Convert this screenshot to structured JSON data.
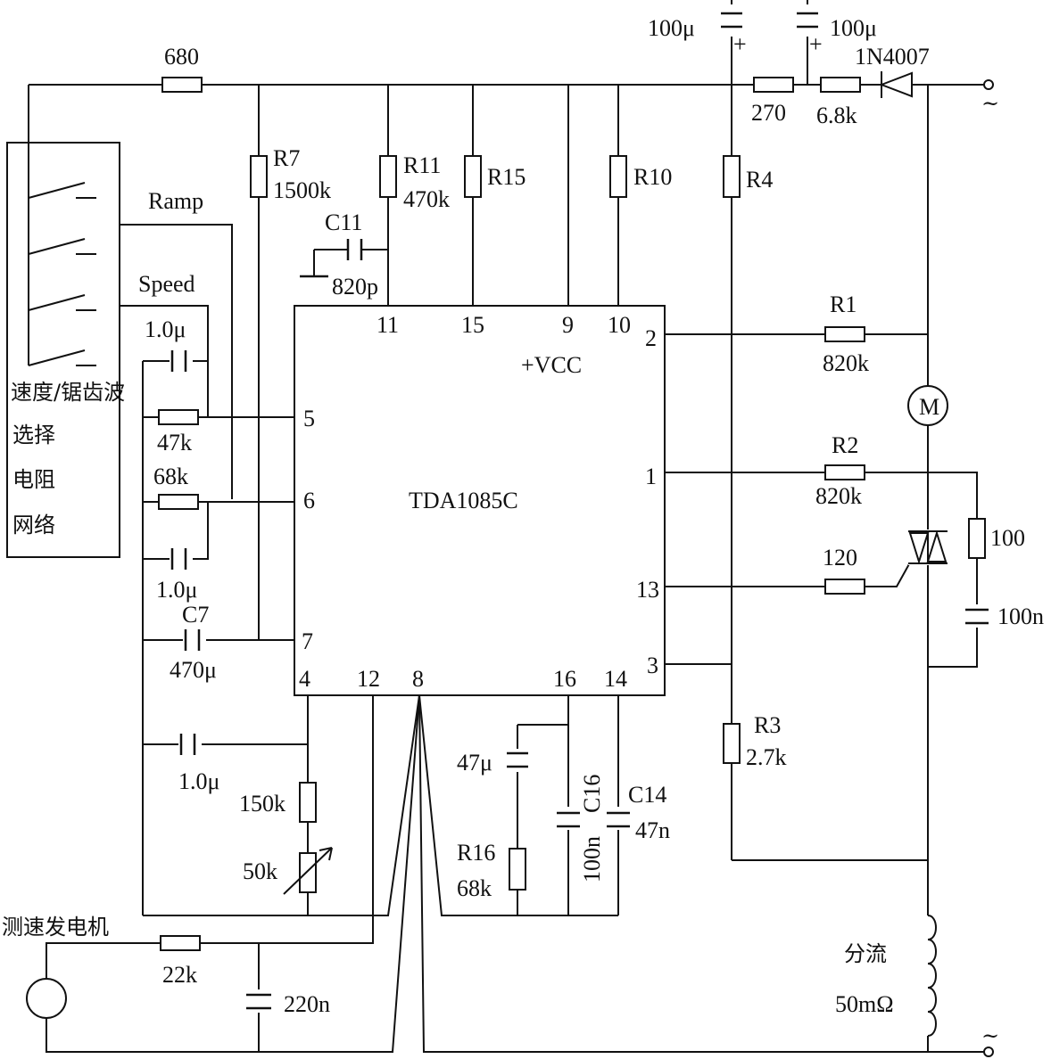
{
  "ic": {
    "name": "TDA1085C",
    "supply": "+VCC"
  },
  "pins": {
    "p11": "11",
    "p15": "15",
    "p9": "9",
    "p10": "10",
    "p2": "2",
    "p5": "5",
    "p6": "6",
    "p1": "1",
    "p13": "13",
    "p7": "7",
    "p3": "3",
    "p4": "4",
    "p12": "12",
    "p8": "8",
    "p16": "16",
    "p14": "14"
  },
  "components": {
    "r_680": "680",
    "r7_ref": "R7",
    "r7_val": "1500k",
    "r11_ref": "R11",
    "r11_val": "470k",
    "r15_ref": "R15",
    "r10_ref": "R10",
    "r4_ref": "R4",
    "c11_ref": "C11",
    "c11_val": "820p",
    "cap_top_left": "100μ",
    "cap_top_right": "100μ",
    "diode": "1N4007",
    "r_270": "270",
    "r_6_8k": "6.8k",
    "r1_ref": "R1",
    "r1_val": "820k",
    "r2_ref": "R2",
    "r2_val": "820k",
    "r_120": "120",
    "r_100": "100",
    "c_100n_snub": "100n",
    "motor": "M",
    "c_1u_a": "1.0μ",
    "r_47k": "47k",
    "r_68k": "68k",
    "c_1u_b": "1.0μ",
    "c7_ref": "C7",
    "c7_val": "470μ",
    "c_1u_c": "1.0μ",
    "r_150k": "150k",
    "pot_50k": "50k",
    "r_22k": "22k",
    "c_220n": "220n",
    "c_47u": "47μ",
    "r16_ref": "R16",
    "r16_val": "68k",
    "c16_ref": "C16",
    "c16_val": "100n",
    "c14_ref": "C14",
    "c14_val": "47n",
    "r3_ref": "R3",
    "r3_val": "2.7k",
    "shunt_label": "分流",
    "shunt_val": "50mΩ",
    "tacho": "测速发电机",
    "plus_a": "+",
    "plus_b": "+"
  },
  "labels": {
    "ramp": "Ramp",
    "speed": "Speed",
    "select_1": "速度/锯齿波",
    "select_2": "选择",
    "select_3": "电阻",
    "select_4": "网络"
  },
  "terminals": {
    "ac_top": "~",
    "ac_bottom": "~"
  }
}
